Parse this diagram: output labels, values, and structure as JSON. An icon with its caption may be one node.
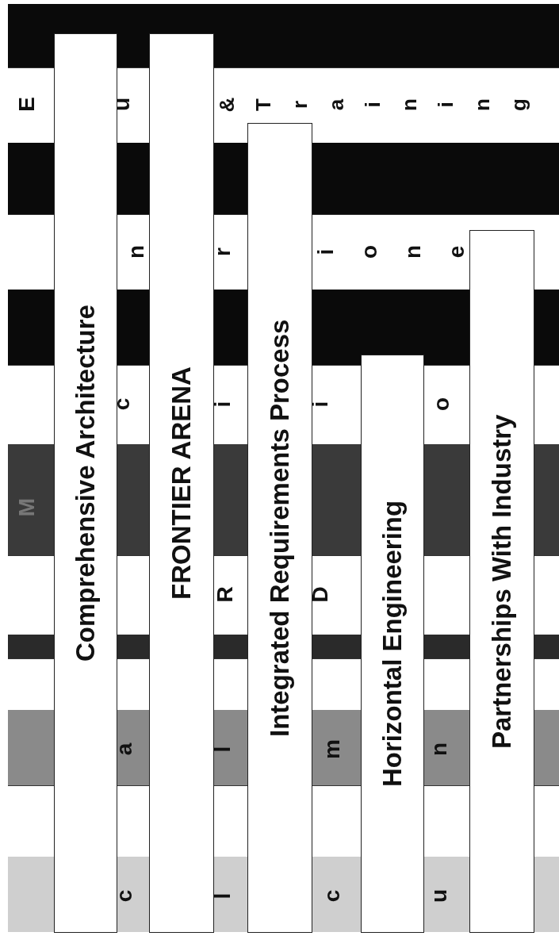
{
  "diagram": {
    "nodes": [
      {
        "text": [
          "Comprehensive Architecture"
        ]
      },
      {
        "text": [
          "FRONTIER ARENA"
        ]
      },
      {
        "text": [
          "Integrated Requirements Process"
        ]
      },
      {
        "text": [
          "Horizontal Engineering"
        ]
      },
      {
        "text": [
          "Partnerships With Industry"
        ]
      }
    ],
    "labels": [
      "E",
      "u",
      "&Training",
      "n",
      "r",
      "ione",
      "c",
      "i",
      "i",
      "o",
      "M",
      "R",
      "D",
      "a",
      "l",
      "m",
      "n",
      "c",
      "l",
      "c",
      "u"
    ]
  }
}
